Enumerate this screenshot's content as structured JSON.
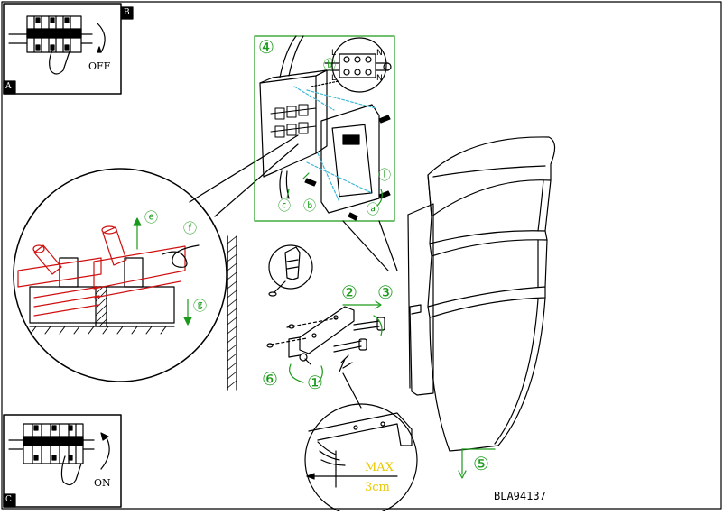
{
  "panels": {
    "switch_off": {
      "state_label": "OFF",
      "corner_letter": "A"
    },
    "switch_on": {
      "state_label": "ON",
      "corner_letter": "C"
    },
    "top_marker": "B"
  },
  "steps": {
    "s1": "①",
    "s2": "②",
    "s3": "③",
    "s4": "④",
    "s5": "⑤",
    "s6": "⑥"
  },
  "sub_labels": {
    "a": "ⓐ",
    "b": "ⓑ",
    "c": "ⓒ",
    "e": "ⓔ",
    "f": "ⓕ",
    "g": "ⓖ",
    "l": "ⓛ"
  },
  "terminal": {
    "left_top": "L",
    "left_bottom": "L",
    "right_top": "N",
    "right_bottom": "N"
  },
  "measurement": {
    "max_label": "MAX",
    "value": "3cm"
  },
  "model_code": "BLA94137",
  "colors": {
    "line": "#000000",
    "red": "#d01010",
    "green": "#1a9a1a",
    "cyan": "#3fb8d8",
    "yellow": "#e8c800"
  }
}
